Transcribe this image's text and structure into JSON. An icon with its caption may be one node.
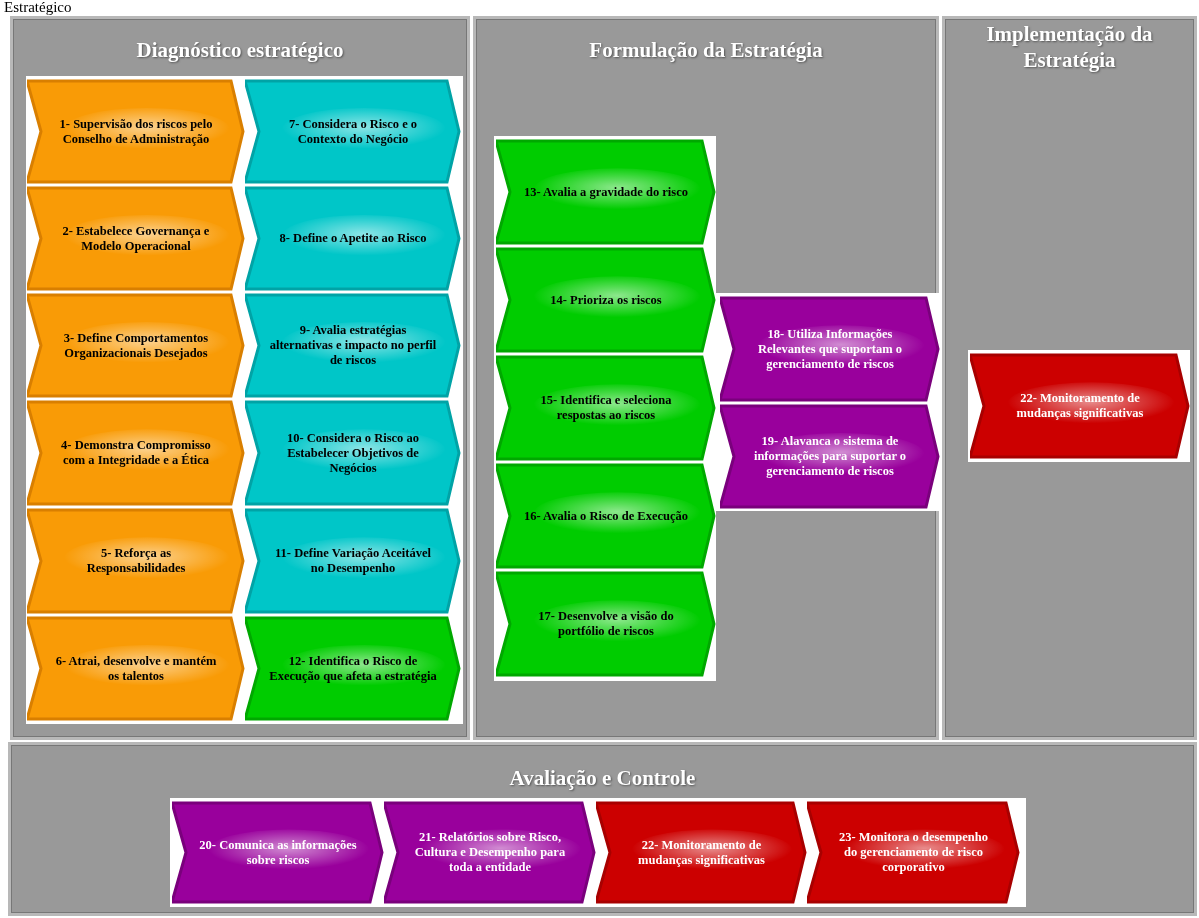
{
  "diagram": {
    "nodes": [
      {
        "text": [
          "Diagnóstico estratégico"
        ]
      },
      {
        "text": [
          "1- Supervisão dos riscos pelo Conselho de Administração"
        ],
        "in": 0
      },
      {
        "text": [
          "2- Estabelece Governança e Modelo Operacional"
        ],
        "in": 0
      },
      {
        "text": [
          "3- Define Comportamentos Organizacionais Desejados"
        ],
        "in": 0
      },
      {
        "text": [
          "4- Demonstra Compromisso com a Integridade e a Ética"
        ],
        "in": 0
      },
      {
        "text": [
          "5- Reforça as Responsabilidades"
        ],
        "in": 0
      },
      {
        "text": [
          "6- Atrai, desenvolve e mantém os talentos"
        ],
        "in": 0
      },
      {
        "text": [
          "7- Considera o Risco e o Contexto do Negócio"
        ],
        "in": 0
      },
      {
        "text": [
          "8- Define o Apetite ao Risco"
        ],
        "in": 0
      },
      {
        "text": [
          "9- Avalia estratégias alternativas e impacto no perfil de riscos"
        ],
        "in": 0
      },
      {
        "text": [
          "10- Considera o Risco ao Estabelecer Objetivos de Negócios"
        ],
        "in": 0
      },
      {
        "text": [
          "11- Define Variação Aceitável no Desempenho"
        ],
        "in": 0
      },
      {
        "text": [
          "12- Identifica o Risco de Execução que afeta a estratégia"
        ],
        "in": 0
      },
      {
        "text": [
          "Formulação da Estratégia"
        ]
      },
      {
        "text": [
          "13- Avalia a gravidade do risco"
        ],
        "in": 13
      },
      {
        "text": [
          "14- Prioriza os riscos"
        ],
        "in": 13
      },
      {
        "text": [
          "15- Identifica e seleciona respostas ao riscos"
        ],
        "in": 13
      },
      {
        "text": [
          "16-  Avalia o Risco de Execução"
        ],
        "in": 13
      },
      {
        "text": [
          "17- Desenvolve a visão do portfólio de riscos"
        ],
        "in": 13
      },
      {
        "text": [
          "18- Utiliza Informações Relevantes que suportam o gerenciamento de riscos"
        ],
        "in": 13
      },
      {
        "text": [
          "19- Alavanca o sistema de informações para suportar o gerenciamento de riscos"
        ],
        "in": 13
      },
      {
        "text": [
          "Implementação da Estratégia"
        ]
      },
      {
        "text": [
          "22- Monitoramento de mudanças significativas"
        ],
        "in": 21
      },
      {
        "text": [
          "Avaliação e Controle"
        ]
      },
      {
        "text": [
          "20- Comunica as informações sobre riscos"
        ],
        "in": 23
      },
      {
        "text": [
          "21- Relatórios sobre Risco, Cultura e Desempenho para toda a entidade"
        ],
        "in": 23
      },
      {
        "text": [
          "22- Monitoramento de mudanças significativas"
        ],
        "in": 23
      },
      {
        "text": [
          "23- Monitora o desempenho do gerenciamento de risco corporativo"
        ],
        "in": 23
      }
    ],
    "labels": [
      "Estratégico"
    ]
  }
}
